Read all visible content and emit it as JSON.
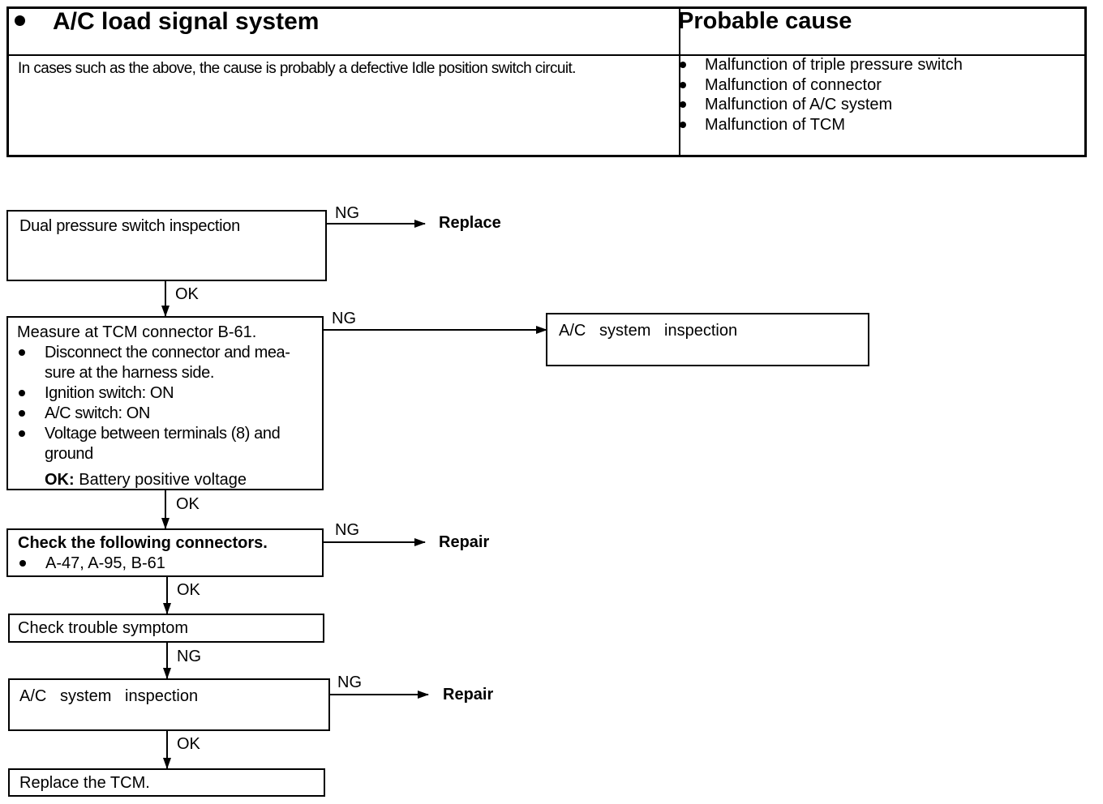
{
  "table": {
    "left_title": "A/C load signal system",
    "right_title": "Probable cause",
    "description": "In cases such as the above, the cause is probably a defective Idle position switch circuit.",
    "causes": [
      "Malfunction of triple pressure switch",
      "Malfunction of connector",
      "Malfunction of A/C system",
      "Malfunction of TCM"
    ]
  },
  "flow": {
    "step1": {
      "text": "Dual pressure switch inspection",
      "ng": "NG",
      "ng_action": "Replace",
      "ok": "OK"
    },
    "step2": {
      "title": "Measure at TCM connector B-61.",
      "bullets": [
        "Disconnect the connector and mea-",
        "sure at the harness side.",
        "Ignition switch: ON",
        "A/C switch: ON",
        "Voltage between terminals (8) and",
        "ground"
      ],
      "ok_label": "OK:",
      "ok_value": "Battery positive voltage",
      "ng": "NG",
      "ng_box": "A/C   system   inspection",
      "ok": "OK"
    },
    "step3": {
      "title": "Check the following connectors.",
      "bullet": "A-47, A-95, B-61",
      "ng": "NG",
      "ng_action": "Repair",
      "ok": "OK"
    },
    "step4": {
      "text": "Check trouble symptom",
      "ng": "NG"
    },
    "step5": {
      "text": "A/C   system   inspection",
      "ng": "NG",
      "ng_action": "Repair",
      "ok": "OK"
    },
    "step6": {
      "text": "Replace the TCM."
    }
  }
}
